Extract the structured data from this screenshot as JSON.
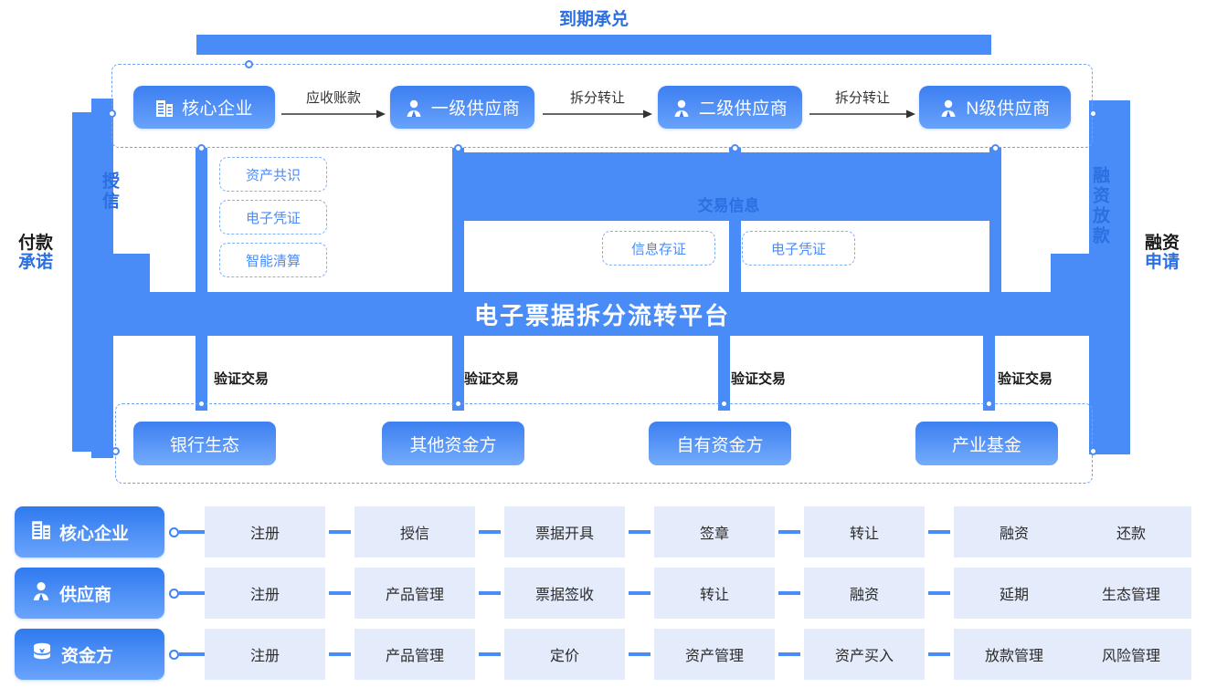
{
  "diagram": {
    "title": "电子票据拆分流转平台",
    "top_label": "到期承兑",
    "left_outer_label_line1": "付款",
    "left_outer_label_line2": "承诺",
    "left_inner_label": "授信",
    "right_inner_label": "融资放款",
    "right_outer_label_line1": "融资",
    "right_outer_label_line2": "申请",
    "transaction_block_label": "交易信息",
    "chain": [
      {
        "name": "核心企业",
        "icon": "building-icon"
      },
      {
        "name": "一级供应商",
        "icon": "person-icon"
      },
      {
        "name": "二级供应商",
        "icon": "person-icon"
      },
      {
        "name": "N级供应商",
        "icon": "person-icon"
      }
    ],
    "chain_arrows": [
      "应收账款",
      "拆分转让",
      "拆分转让"
    ],
    "left_tags": [
      "资产共识",
      "电子凭证",
      "智能清算"
    ],
    "center_tags": [
      "信息存证",
      "电子凭证"
    ],
    "verify_labels": [
      "验证交易",
      "验证交易",
      "验证交易",
      "验证交易"
    ],
    "funders": [
      "银行生态",
      "其他资金方",
      "自有资金方",
      "产业基金"
    ]
  },
  "matrix": {
    "rows": [
      {
        "role": "核心企业",
        "icon": "building-icon",
        "steps": [
          "注册",
          "授信",
          "票据开具",
          "签章",
          "转让",
          "融资",
          "还款"
        ]
      },
      {
        "role": "供应商",
        "icon": "person-icon",
        "steps": [
          "注册",
          "产品管理",
          "票据签收",
          "转让",
          "融资",
          "延期",
          "生态管理"
        ]
      },
      {
        "role": "资金方",
        "icon": "coins-icon",
        "steps": [
          "注册",
          "产品管理",
          "定价",
          "资产管理",
          "资产买入",
          "放款管理",
          "风险管理"
        ]
      }
    ]
  },
  "colors": {
    "primary_blue": "#4a8cf7",
    "deep_blue": "#2b6fe0",
    "node_bg": "#e4ebfb",
    "dashed_border": "#6ea3f5",
    "text_dark": "#1a1a1a"
  }
}
